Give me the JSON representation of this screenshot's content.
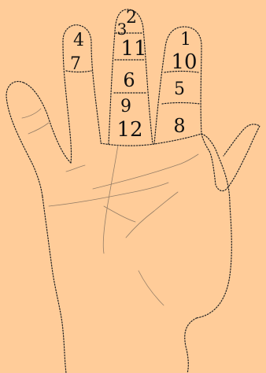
{
  "colors": {
    "background": "#FFCC99",
    "outline": "#222222",
    "crease": "#7A6A5A",
    "numbers": "#111111"
  },
  "numbers": {
    "n1": "1",
    "n2": "2",
    "n3": "3",
    "n4": "4",
    "n5": "5",
    "n6": "6",
    "n7": "7",
    "n8": "8",
    "n9": "9",
    "n10": "10",
    "n11": "11",
    "n12": "12"
  }
}
